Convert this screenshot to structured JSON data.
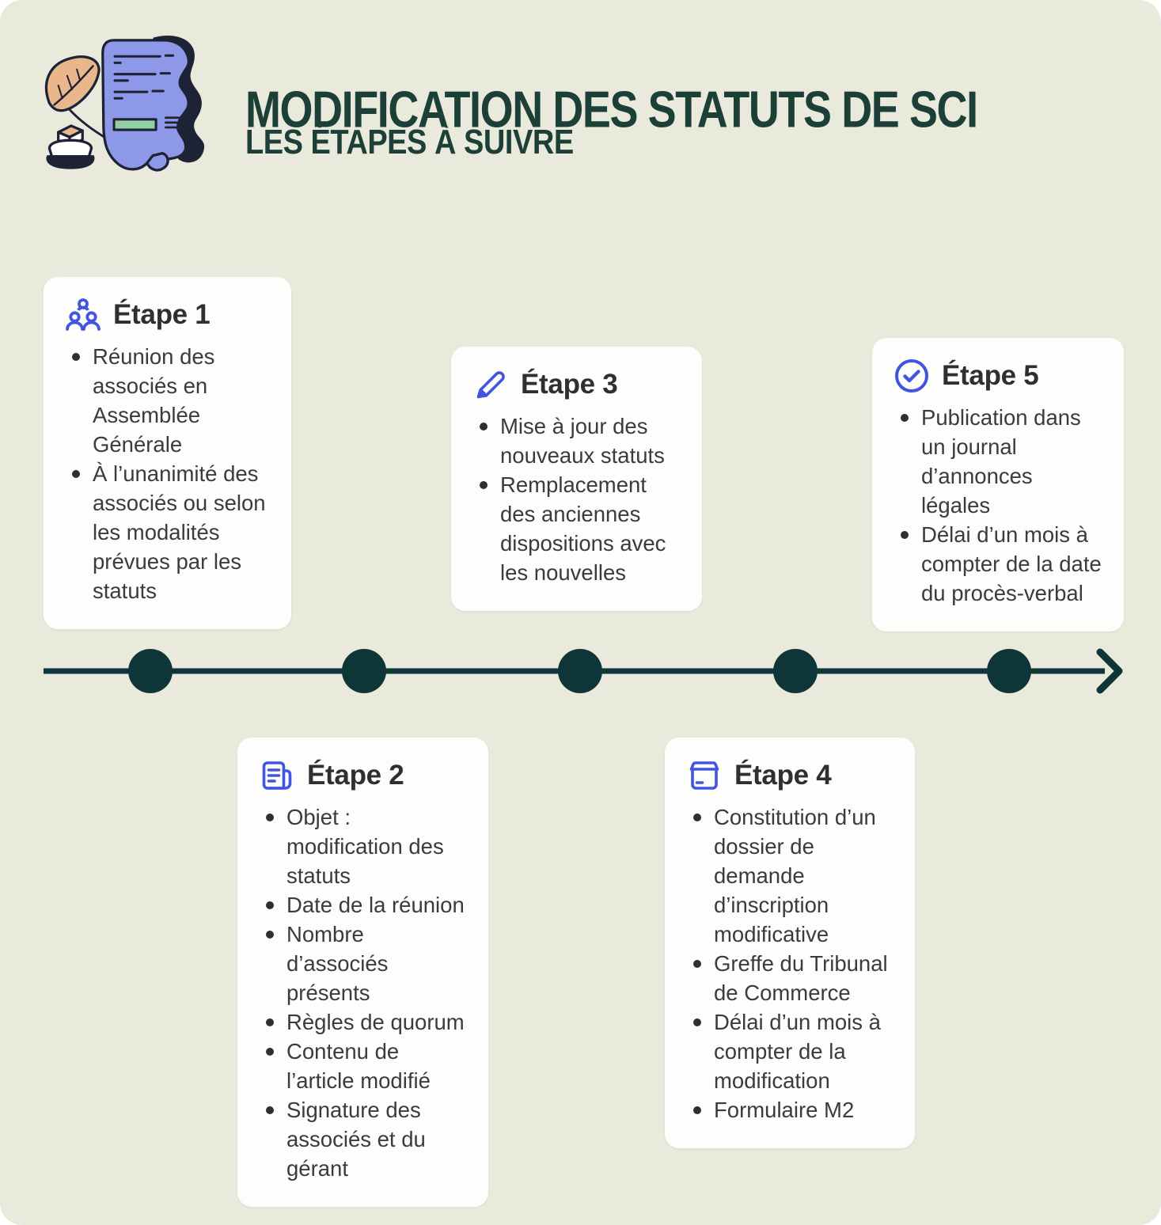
{
  "header": {
    "title": "MODIFICATION DES STATUTS DE SCI",
    "subtitle": "LES ÉTAPES À SUIVRE",
    "illustration": "scroll-quill-inkpot"
  },
  "palette": {
    "background": "#e9e9dc",
    "card_background": "#fdfdfb",
    "title_green": "#1c4038",
    "timeline_dark_teal": "#0e3638",
    "icon_blue": "#4355e0",
    "step_title_color": "#2e2f33",
    "body_text_color": "#3a3b3e",
    "illustration_purple": "#8e98e8",
    "illustration_tan": "#e9b78b",
    "illustration_green": "#92cfa4"
  },
  "timeline": {
    "dot_count": 5,
    "direction": "left-to-right",
    "arrow": "right-arrow"
  },
  "steps": [
    {
      "title": "Étape 1",
      "icon": "group-icon",
      "position": "above-line",
      "bullets": [
        "Réunion des associés en Assemblée Générale",
        "À l’unanimité des associés ou selon les modalités prévues par les statuts"
      ]
    },
    {
      "title": "Étape 2",
      "icon": "newspaper-icon",
      "position": "below-line",
      "bullets": [
        "Objet : modification des statuts",
        "Date de la réunion",
        "Nombre d’associés présents",
        "Règles de quorum",
        "Contenu de l’article modifié",
        "Signature des associés et du gérant"
      ]
    },
    {
      "title": "Étape 3",
      "icon": "pencil-icon",
      "position": "above-line",
      "bullets": [
        "Mise à jour des nouveaux statuts",
        "Remplacement des anciennes dispositions avec les nouvelles"
      ]
    },
    {
      "title": "Étape 4",
      "icon": "archive-box-icon",
      "position": "below-line",
      "bullets": [
        "Constitution d’un dossier de demande d’inscription modificative",
        "Greffe du Tribunal de Commerce",
        "Délai d’un mois à compter de la modification",
        "Formulaire M2"
      ]
    },
    {
      "title": "Étape 5",
      "icon": "check-circle-icon",
      "position": "above-line",
      "bullets": [
        "Publication dans un journal d’annonces légales",
        "Délai d’un mois à compter de la date du procès-verbal"
      ]
    }
  ]
}
